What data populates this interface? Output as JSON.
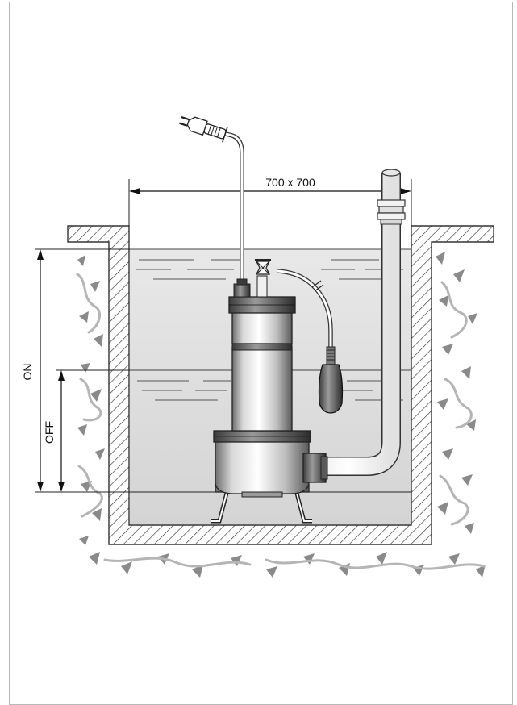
{
  "diagram": {
    "pit_dimension_label": "700 x 700",
    "level_on_label": "ON",
    "level_off_label": "OFF",
    "icons": [
      "power-plug-icon",
      "float-switch-icon",
      "submersible-pump-icon"
    ]
  }
}
